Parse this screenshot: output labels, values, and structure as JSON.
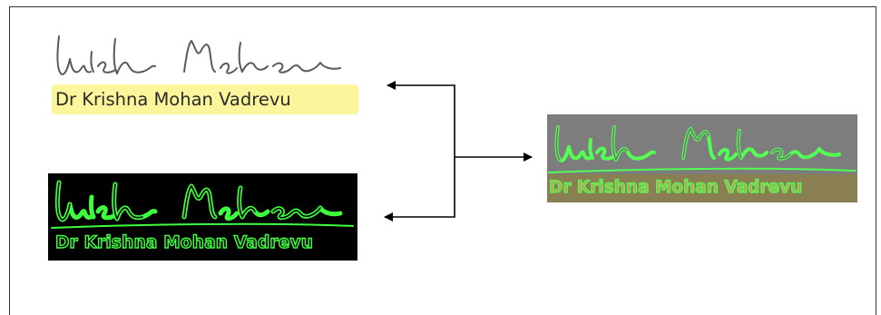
{
  "signatures": {
    "original": {
      "name": "Dr Krishna Mohan Vadrevu"
    },
    "edge": {
      "name": "Dr Krishna Mohan Vadrevu"
    },
    "overlay": {
      "name": "Dr Krishna Mohan Vadrevu"
    }
  },
  "colors": {
    "ink": "#5a5a5a",
    "highlight": "#fbf59b",
    "edge_green": "#3dff3d",
    "edge_background": "#000000",
    "overlay_background": "#7d7d7d",
    "arrow": "#000000"
  }
}
